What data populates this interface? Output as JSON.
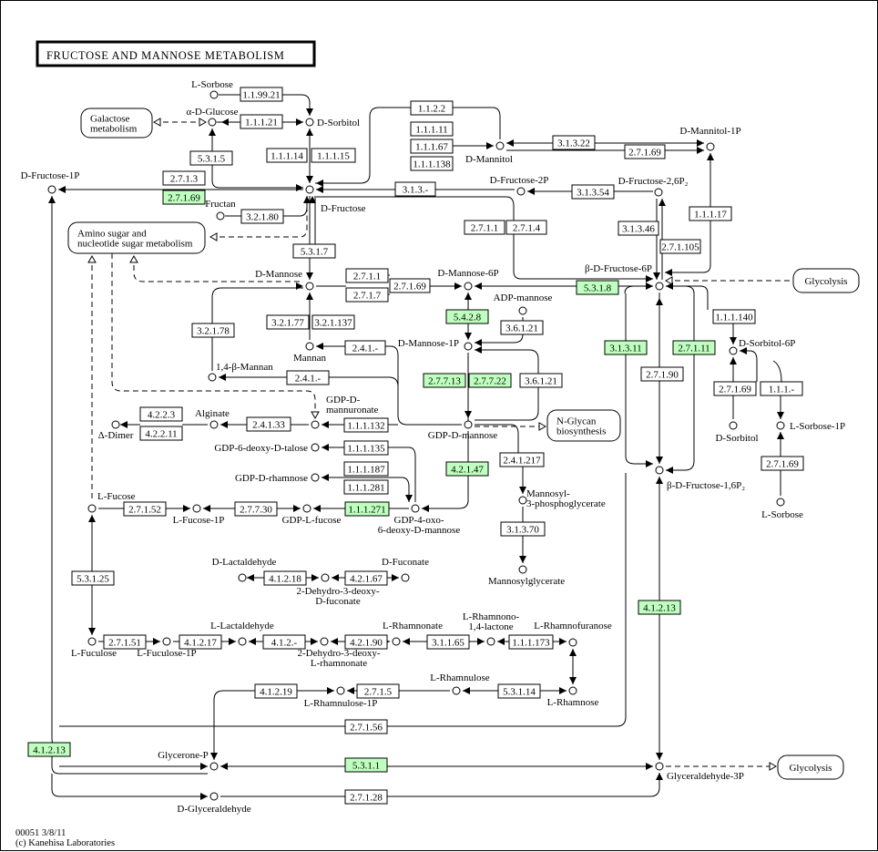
{
  "title": "FRUCTOSE AND MANNOSE METABOLISM",
  "footer": {
    "map_id_date": "00051 3/8/11",
    "copyright": "(c) Kanehisa Laboratories"
  },
  "colors": {
    "highlight": "#bfffbf",
    "plain": "#ffffff",
    "line": "#000000"
  },
  "pathway_links": [
    {
      "id": "galactose",
      "lines": [
        "Galactose",
        "metabolism"
      ]
    },
    {
      "id": "amino-sugar",
      "lines": [
        "Amino sugar and",
        "nucleotide sugar metabolism"
      ]
    },
    {
      "id": "glycolysis-1",
      "lines": [
        "Glycolysis"
      ]
    },
    {
      "id": "n-glycan",
      "lines": [
        "N-Glycan",
        "biosynthesis"
      ]
    },
    {
      "id": "glycolysis-2",
      "lines": [
        "Glycolysis"
      ]
    }
  ],
  "compounds": [
    {
      "id": "l-sorbose-top",
      "label": "L-Sorbose"
    },
    {
      "id": "alpha-d-glucose",
      "label": "α-D-Glucose"
    },
    {
      "id": "d-sorbitol",
      "label": "D-Sorbitol"
    },
    {
      "id": "d-mannitol",
      "label": "D-Mannitol"
    },
    {
      "id": "d-mannitol-1p",
      "label": "D-Mannitol-1P"
    },
    {
      "id": "d-fructose-1p",
      "label": "D-Fructose-1P"
    },
    {
      "id": "d-fructose",
      "label": "D-Fructose"
    },
    {
      "id": "fructan",
      "label": "Fructan"
    },
    {
      "id": "d-fructose-2p",
      "label": "D-Fructose-2P"
    },
    {
      "id": "d-fructose-26p2",
      "label": "D-Fructose-2,6P₂"
    },
    {
      "id": "d-mannose",
      "label": "D-Mannose"
    },
    {
      "id": "d-mannose-6p",
      "label": "D-Mannose-6P"
    },
    {
      "id": "beta-d-fructose-6p",
      "label": "β-D-Fructose-6P"
    },
    {
      "id": "adp-mannose",
      "label": "ADP-mannose"
    },
    {
      "id": "mannan",
      "label": "Mannan"
    },
    {
      "id": "d-mannose-1p",
      "label": "D-Mannose-1P"
    },
    {
      "id": "d-sorbitol-6p",
      "label": "D-Sorbitol-6P"
    },
    {
      "id": "beta-mannan",
      "label": "1,4-β-Mannan"
    },
    {
      "id": "gdp-d-mannuronate",
      "label": "GDP-D-\nmannuronate"
    },
    {
      "id": "alginate",
      "label": "Alginate"
    },
    {
      "id": "delta-dimer",
      "label": "Δ-Dimer"
    },
    {
      "id": "gdp-d-mannose",
      "label": "GDP-D-mannose"
    },
    {
      "id": "d-sorbitol-b",
      "label": "D-Sorbitol"
    },
    {
      "id": "l-sorbose-1p",
      "label": "L-Sorbose-1P"
    },
    {
      "id": "gdp-6-deoxy-d-talose",
      "label": "GDP-6-deoxy-D-talose"
    },
    {
      "id": "gdp-d-rhamnose",
      "label": "GDP-D-rhamnose"
    },
    {
      "id": "beta-d-fructose-16p2",
      "label": "β-D-Fructose-1,6P₂"
    },
    {
      "id": "l-fucose",
      "label": "L-Fucose"
    },
    {
      "id": "l-fucose-1p",
      "label": "L-Fucose-1P"
    },
    {
      "id": "gdp-l-fucose",
      "label": "GDP-L-fucose"
    },
    {
      "id": "gdp-4-oxo",
      "label": "GDP-4-oxo-\n6-deoxy-D-mannose"
    },
    {
      "id": "mannosyl-3pg",
      "label": "Mannosyl-\n3-phosphoglycerate"
    },
    {
      "id": "l-sorbose-b",
      "label": "L-Sorbose"
    },
    {
      "id": "mannosylglycerate",
      "label": "Mannosylglycerate"
    },
    {
      "id": "d-lactaldehyde",
      "label": "D-Lactaldehyde"
    },
    {
      "id": "d-fuconate",
      "label": "D-Fuconate"
    },
    {
      "id": "dehydro-d-fuconate",
      "label": "2-Dehydro-3-deoxy-\nD-fuconate"
    },
    {
      "id": "l-lactaldehyde",
      "label": "L-Lactaldehyde"
    },
    {
      "id": "l-rhamnonate",
      "label": "L-Rhamnonate"
    },
    {
      "id": "l-rhamnono-lactone",
      "label": "L-Rhamnono-\n1,4-lactone"
    },
    {
      "id": "l-rhamnofuranose",
      "label": "L-Rhamnofuranose"
    },
    {
      "id": "l-fuculose",
      "label": "L-Fuculose"
    },
    {
      "id": "l-fuculose-1p",
      "label": "L-Fuculose-1P"
    },
    {
      "id": "dehydro-l-rhamnonate",
      "label": "2-Dehydro-3-deoxy-\nL-rhamnonate"
    },
    {
      "id": "l-rhamnulose",
      "label": "L-Rhamnulose"
    },
    {
      "id": "l-rhamnose",
      "label": "L-Rhamnose"
    },
    {
      "id": "l-rhamnulose-1p",
      "label": "L-Rhamnulose-1P"
    },
    {
      "id": "glycerone-p",
      "label": "Glycerone-P"
    },
    {
      "id": "glyceraldehyde-3p",
      "label": "Glyceraldehyde-3P"
    },
    {
      "id": "d-glyceraldehyde",
      "label": "D-Glyceraldehyde"
    }
  ],
  "enzymes": [
    {
      "ec": "1.1.99.21",
      "highlighted": false
    },
    {
      "ec": "1.1.1.21",
      "highlighted": false
    },
    {
      "ec": "5.3.1.5",
      "highlighted": false
    },
    {
      "ec": "1.1.1.14",
      "highlighted": false
    },
    {
      "ec": "1.1.1.15",
      "highlighted": false
    },
    {
      "ec": "1.1.2.2",
      "highlighted": false
    },
    {
      "ec": "1.1.1.11",
      "highlighted": false
    },
    {
      "ec": "1.1.1.67",
      "highlighted": false
    },
    {
      "ec": "1.1.1.138",
      "highlighted": false
    },
    {
      "ec": "3.1.3.22",
      "highlighted": false
    },
    {
      "ec": "2.7.1.69",
      "highlighted": false
    },
    {
      "ec": "2.7.1.3",
      "highlighted": false
    },
    {
      "ec": "2.7.1.69",
      "highlighted": true
    },
    {
      "ec": "3.2.1.80",
      "highlighted": false
    },
    {
      "ec": "3.1.3.-",
      "highlighted": false
    },
    {
      "ec": "3.1.3.54",
      "highlighted": false
    },
    {
      "ec": "1.1.1.17",
      "highlighted": false
    },
    {
      "ec": "2.7.1.1",
      "highlighted": false
    },
    {
      "ec": "2.7.1.4",
      "highlighted": false
    },
    {
      "ec": "3.1.3.46",
      "highlighted": false
    },
    {
      "ec": "2.7.1.105",
      "highlighted": false
    },
    {
      "ec": "5.3.1.7",
      "highlighted": false
    },
    {
      "ec": "2.7.1.1",
      "highlighted": false
    },
    {
      "ec": "2.7.1.7",
      "highlighted": false
    },
    {
      "ec": "2.7.1.69",
      "highlighted": false
    },
    {
      "ec": "5.3.1.8",
      "highlighted": true
    },
    {
      "ec": "1.1.1.140",
      "highlighted": false
    },
    {
      "ec": "3.2.1.78",
      "highlighted": false
    },
    {
      "ec": "3.2.1.77",
      "highlighted": false
    },
    {
      "ec": "3.2.1.137",
      "highlighted": false
    },
    {
      "ec": "5.4.2.8",
      "highlighted": true
    },
    {
      "ec": "3.6.1.21",
      "highlighted": false
    },
    {
      "ec": "3.1.3.11",
      "highlighted": true
    },
    {
      "ec": "2.7.1.11",
      "highlighted": true
    },
    {
      "ec": "2.4.1.-",
      "highlighted": false
    },
    {
      "ec": "2.7.1.90",
      "highlighted": false
    },
    {
      "ec": "2.4.1.-",
      "highlighted": false
    },
    {
      "ec": "2.7.7.13",
      "highlighted": true
    },
    {
      "ec": "2.7.7.22",
      "highlighted": true
    },
    {
      "ec": "3.6.1.21",
      "highlighted": false
    },
    {
      "ec": "2.7.1.69",
      "highlighted": false
    },
    {
      "ec": "1.1.1.-",
      "highlighted": false
    },
    {
      "ec": "4.2.2.3",
      "highlighted": false
    },
    {
      "ec": "4.2.2.11",
      "highlighted": false
    },
    {
      "ec": "2.4.1.33",
      "highlighted": false
    },
    {
      "ec": "1.1.1.132",
      "highlighted": false
    },
    {
      "ec": "1.1.1.135",
      "highlighted": false
    },
    {
      "ec": "2.4.1.217",
      "highlighted": false
    },
    {
      "ec": "4.2.1.47",
      "highlighted": true
    },
    {
      "ec": "1.1.1.187",
      "highlighted": false
    },
    {
      "ec": "1.1.1.281",
      "highlighted": false
    },
    {
      "ec": "2.7.1.69",
      "highlighted": false
    },
    {
      "ec": "2.7.1.52",
      "highlighted": false
    },
    {
      "ec": "2.7.7.30",
      "highlighted": false
    },
    {
      "ec": "1.1.1.271",
      "highlighted": true
    },
    {
      "ec": "3.1.3.70",
      "highlighted": false
    },
    {
      "ec": "5.3.1.25",
      "highlighted": false
    },
    {
      "ec": "4.1.2.18",
      "highlighted": false
    },
    {
      "ec": "4.2.1.67",
      "highlighted": false
    },
    {
      "ec": "4.1.2.13",
      "highlighted": true
    },
    {
      "ec": "2.7.1.51",
      "highlighted": false
    },
    {
      "ec": "4.1.2.17",
      "highlighted": false
    },
    {
      "ec": "4.1.2.-",
      "highlighted": false
    },
    {
      "ec": "4.2.1.90",
      "highlighted": false
    },
    {
      "ec": "3.1.1.65",
      "highlighted": false
    },
    {
      "ec": "1.1.1.173",
      "highlighted": false
    },
    {
      "ec": "4.1.2.19",
      "highlighted": false
    },
    {
      "ec": "2.7.1.5",
      "highlighted": false
    },
    {
      "ec": "5.3.1.14",
      "highlighted": false
    },
    {
      "ec": "2.7.1.56",
      "highlighted": false
    },
    {
      "ec": "4.1.2.13",
      "highlighted": true
    },
    {
      "ec": "5.3.1.1",
      "highlighted": true
    },
    {
      "ec": "2.7.1.28",
      "highlighted": false
    }
  ]
}
